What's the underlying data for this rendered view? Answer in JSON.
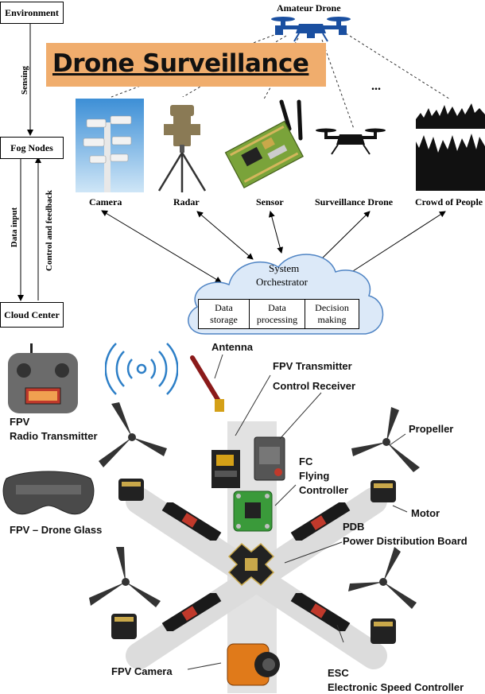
{
  "title": "Drone Surveillance",
  "architecture": {
    "environment": "Environment",
    "fog_nodes": "Fog Nodes",
    "cloud_center": "Cloud Center",
    "sensing": "Sensing",
    "data_input": "Data input",
    "control_feedback": "Control and feedback"
  },
  "devices": {
    "amateur_drone": "Amateur Drone",
    "ellipsis": "...",
    "camera": "Camera",
    "radar": "Radar",
    "sensor": "Sensor",
    "surveillance_drone": "Surveillance Drone",
    "crowd": "Crowd of People"
  },
  "orchestrator": {
    "line1": "System",
    "line2": "Orchestrator",
    "cells": [
      {
        "line1": "Data",
        "line2": "storage"
      },
      {
        "line1": "Data",
        "line2": "processing"
      },
      {
        "line1": "Decision",
        "line2": "making"
      }
    ]
  },
  "components": {
    "antenna": "Antenna",
    "fpv_transmitter": "FPV Transmitter",
    "control_receiver": "Control  Receiver",
    "fpv_radio_line1": "FPV",
    "fpv_radio_line2": "Radio Transmitter",
    "fc_line1": "FC",
    "fc_line2": "Flying",
    "fc_line3": "Controller",
    "propeller": "Propeller",
    "motor": "Motor",
    "pdb_line1": "PDB",
    "pdb_line2": "Power Distribution Board",
    "fpv_glass": "FPV – Drone Glass",
    "fpv_camera": "FPV Camera",
    "esc_line1": "ESC",
    "esc_line2": "Electronic Speed Controller"
  },
  "colors": {
    "banner": "#f0ad6d",
    "cloud": "#dce9f8",
    "drone_blue": "#1a4fa0",
    "frame": "#d9d9d9"
  }
}
